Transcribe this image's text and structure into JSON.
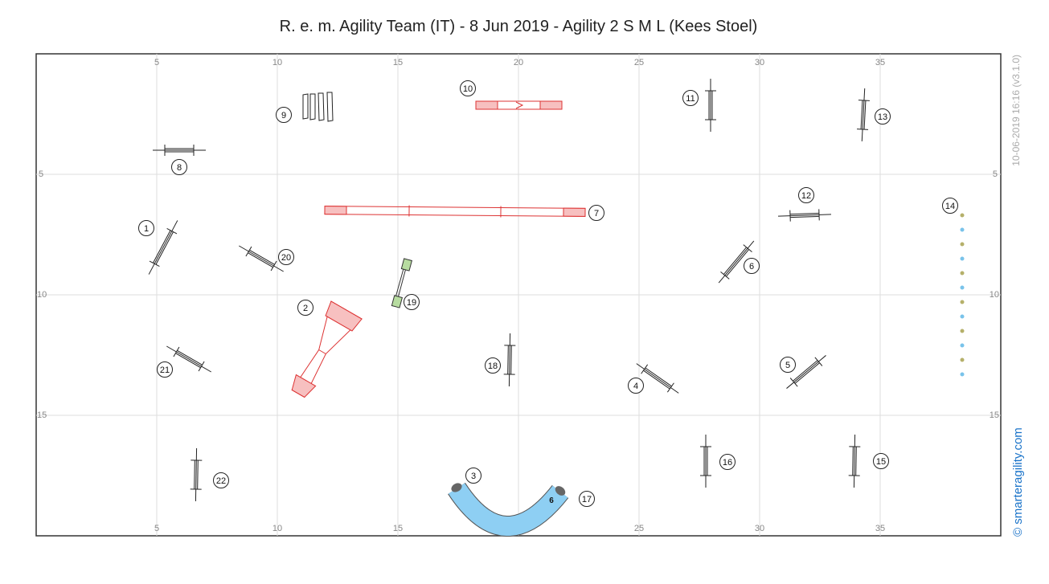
{
  "title": "R. e. m. Agility Team (IT) - 8 Jun 2019 - Agility 2 S M L (Kees Stoel)",
  "side_label": "10-06-2019 16:16  (v3.1.0)",
  "brand": "© smarteragility.com",
  "axes": {
    "top_ticks": [
      "5",
      "10",
      "15",
      "20",
      "25",
      "30",
      "35"
    ],
    "bottom_ticks": [
      "5",
      "10",
      "15",
      "20",
      "25",
      "30",
      "35"
    ],
    "left_ticks": [
      "5",
      "10",
      "15"
    ],
    "right_ticks": [
      "5",
      "10",
      "15"
    ]
  },
  "numbers": [
    "1",
    "2",
    "3",
    "4",
    "5",
    "6",
    "7",
    "8",
    "9",
    "10",
    "11",
    "12",
    "13",
    "14",
    "15",
    "16",
    "17",
    "18",
    "19",
    "20",
    "21",
    "22"
  ],
  "tunnel_label": "6",
  "colors": {
    "contact_fill": "#f7c0c0",
    "contact_line": "#d33333",
    "tunnel": "#8ecff3",
    "table": "#b7dca0",
    "weave_blue": "#79c3ea",
    "weave_green": "#b5b06a",
    "brand": "#1a73c9"
  }
}
